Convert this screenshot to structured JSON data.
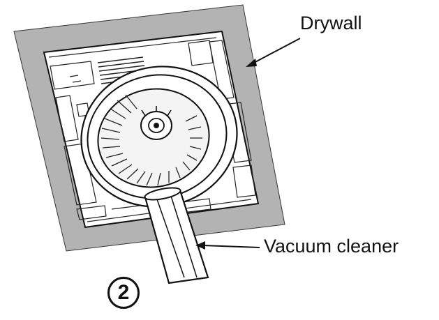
{
  "labels": {
    "drywall": "Drywall",
    "vacuum_cleaner": "Vacuum cleaner"
  },
  "step": {
    "number": "2"
  },
  "colors": {
    "drywall": "#b3b3b3",
    "housing": "#ffffff",
    "line": "#111111"
  }
}
